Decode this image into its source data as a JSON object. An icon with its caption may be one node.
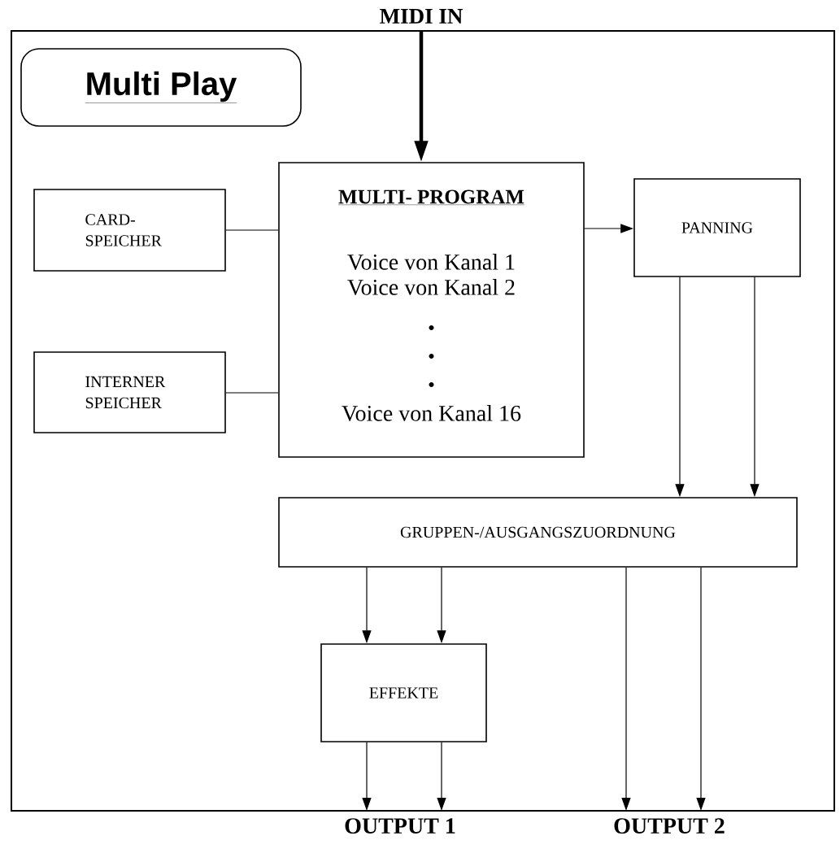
{
  "diagram": {
    "nodes": [
      {
        "text": [],
        "shape": "box"
      },
      {
        "text": [
          "Multi Play"
        ],
        "in": 0
      },
      {
        "text": [
          "MIDI IN"
        ]
      },
      {
        "text": [
          "CARD- SPEICHER"
        ],
        "in": 0
      },
      {
        "text": [
          "INTERNER SPEICHER"
        ],
        "in": 0
      },
      {
        "text": [
          "MULTI- PROGRAM",
          "Voice von Kanal 1",
          "Voice von Kanal 2",
          "Voice von Kanal 16"
        ],
        "in": 0
      },
      {
        "text": [
          "PANNING"
        ],
        "in": 0
      },
      {
        "text": [
          "GRUPPEN-/AUSGANGSZUORDNUNG"
        ],
        "in": 0
      },
      {
        "text": [
          "EFFEKTE"
        ],
        "in": 0
      },
      {
        "text": [
          "OUTPUT 1"
        ]
      },
      {
        "text": [
          "OUTPUT 2"
        ]
      }
    ],
    "edges": [
      {
        "from": 2,
        "to": 5,
        "arrow": "to",
        "style": "thick"
      },
      {
        "from": 3,
        "to": 5,
        "arrow": "none"
      },
      {
        "from": 4,
        "to": 5,
        "arrow": "none"
      },
      {
        "from": 5,
        "to": 6,
        "arrow": "to"
      },
      {
        "from": 6,
        "to": 7,
        "arrow": "to"
      },
      {
        "from": 6,
        "to": 7,
        "arrow": "to"
      },
      {
        "from": 7,
        "to": 8,
        "arrow": "to"
      },
      {
        "from": 7,
        "to": 8,
        "arrow": "to"
      },
      {
        "from": 8,
        "to": 9,
        "arrow": "to"
      },
      {
        "from": 8,
        "to": 9,
        "arrow": "to"
      },
      {
        "from": 7,
        "to": 10,
        "arrow": "to"
      },
      {
        "from": 7,
        "to": 10,
        "arrow": "to"
      }
    ]
  }
}
